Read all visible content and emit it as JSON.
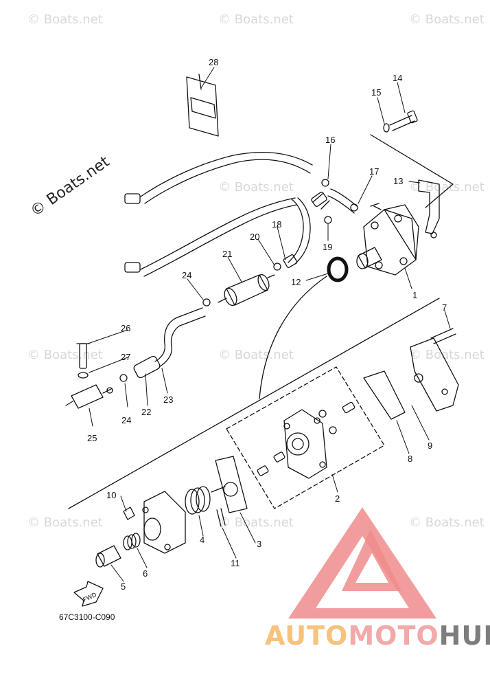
{
  "watermark": "© Boats.net",
  "callouts": [
    {
      "id": "c1",
      "text": "1"
    },
    {
      "id": "c2",
      "text": "2"
    },
    {
      "id": "c3",
      "text": "3"
    },
    {
      "id": "c4",
      "text": "4"
    },
    {
      "id": "c5",
      "text": "5"
    },
    {
      "id": "c6",
      "text": "6"
    },
    {
      "id": "c7",
      "text": "7"
    },
    {
      "id": "c8",
      "text": "8"
    },
    {
      "id": "c9",
      "text": "9"
    },
    {
      "id": "c10",
      "text": "10"
    },
    {
      "id": "c11",
      "text": "11"
    },
    {
      "id": "c12",
      "text": "12"
    },
    {
      "id": "c13",
      "text": "13"
    },
    {
      "id": "c14",
      "text": "14"
    },
    {
      "id": "c15",
      "text": "15"
    },
    {
      "id": "c16",
      "text": "16"
    },
    {
      "id": "c17",
      "text": "17"
    },
    {
      "id": "c18",
      "text": "18"
    },
    {
      "id": "c19",
      "text": "19"
    },
    {
      "id": "c20",
      "text": "20"
    },
    {
      "id": "c21",
      "text": "21"
    },
    {
      "id": "c22",
      "text": "22"
    },
    {
      "id": "c23",
      "text": "23"
    },
    {
      "id": "c24a",
      "text": "24"
    },
    {
      "id": "c24b",
      "text": "24"
    },
    {
      "id": "c25",
      "text": "25"
    },
    {
      "id": "c26",
      "text": "26"
    },
    {
      "id": "c27",
      "text": "27"
    },
    {
      "id": "c28",
      "text": "28"
    }
  ],
  "fwd_label": "FWD",
  "diagram_code": "67C3100-C090",
  "brand": {
    "part1": "AUTO",
    "part2": "MOTO",
    "part3": "HUB"
  },
  "colors": {
    "line": "#111111",
    "watermark": "#d8d8d8",
    "logo_red": "#f08c8c",
    "brand_orange": "#f6c27c",
    "brand_pink": "#f3a9a9",
    "brand_gray": "#7d7d7d"
  }
}
